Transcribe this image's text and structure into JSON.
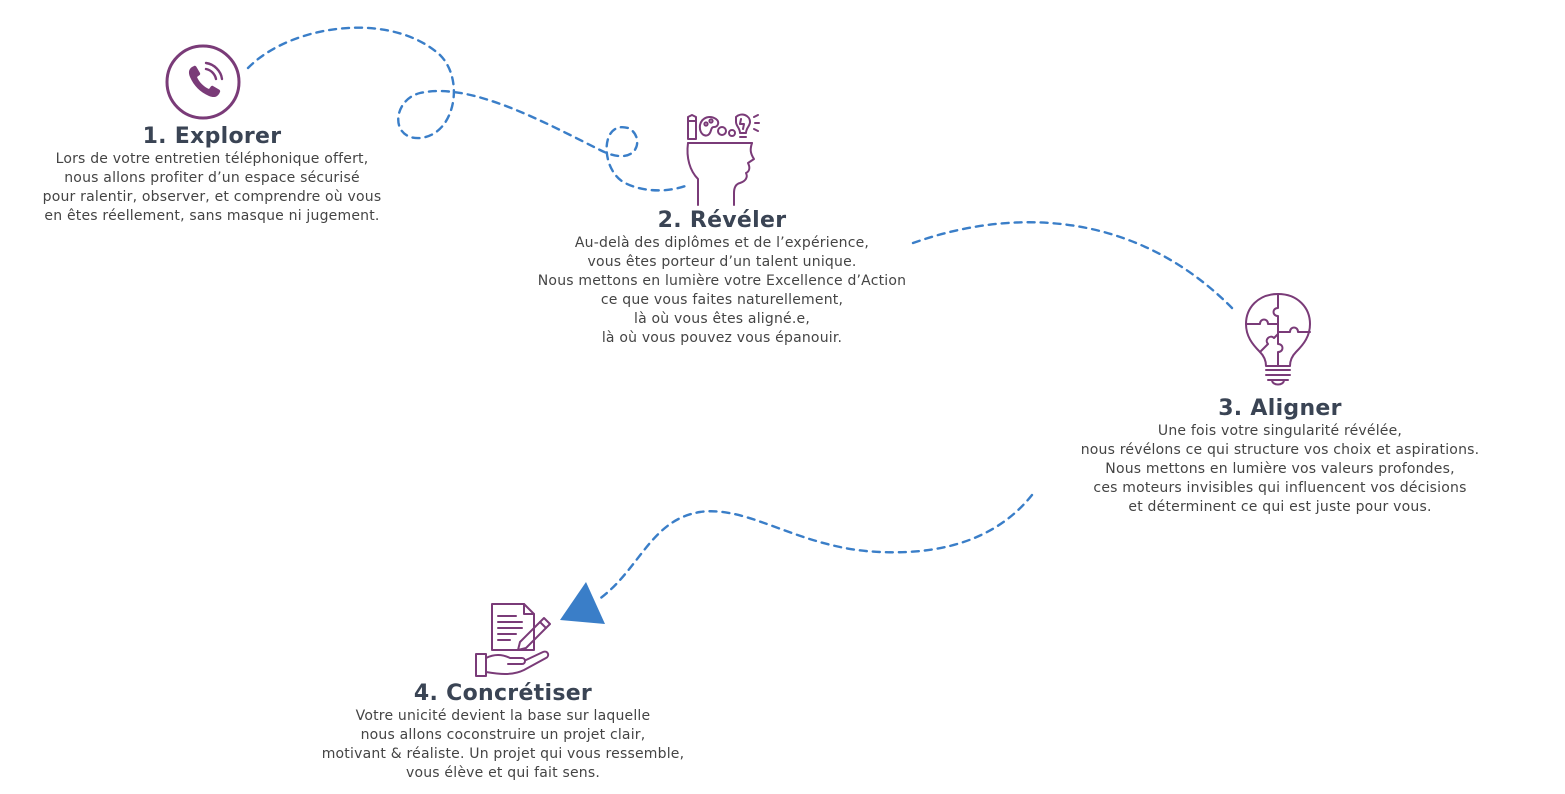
{
  "colors": {
    "icon_purple": "#7a3b78",
    "path_blue": "#3a7ec8",
    "title_dark": "#3a4454",
    "text_gray": "#444444"
  },
  "steps": [
    {
      "title": "1. Explorer",
      "icon": "phone-icon",
      "lines": [
        "Lors de votre entretien téléphonique offert,",
        "nous allons profiter d’un espace sécurisé",
        "pour ralentir, observer, et comprendre où vous",
        "en êtes réellement, sans masque ni jugement."
      ]
    },
    {
      "title": "2. Révéler",
      "icon": "head-ideas-icon",
      "lines": [
        "Au-delà des diplômes et de l’expérience,",
        "vous êtes porteur d’un talent unique.",
        "Nous mettons en lumière votre Excellence d’Action",
        "ce que vous faites naturellement,",
        "là où vous êtes aligné.e,",
        "là où vous pouvez vous épanouir."
      ]
    },
    {
      "title": "3. Aligner",
      "icon": "puzzle-bulb-icon",
      "lines": [
        "Une fois votre singularité révélée,",
        "nous révélons ce qui structure vos choix et aspirations.",
        "Nous mettons en lumière vos valeurs profondes,",
        "ces moteurs invisibles qui influencent vos décisions",
        "et déterminent ce qui est juste pour vous."
      ]
    },
    {
      "title": "4. Concrétiser",
      "icon": "hand-document-icon",
      "lines": [
        "Votre unicité devient la base sur laquelle",
        "nous allons coconstruire un projet clair,",
        "motivant & réaliste. Un projet qui vous ressemble,",
        "vous élève et qui fait sens."
      ]
    }
  ]
}
